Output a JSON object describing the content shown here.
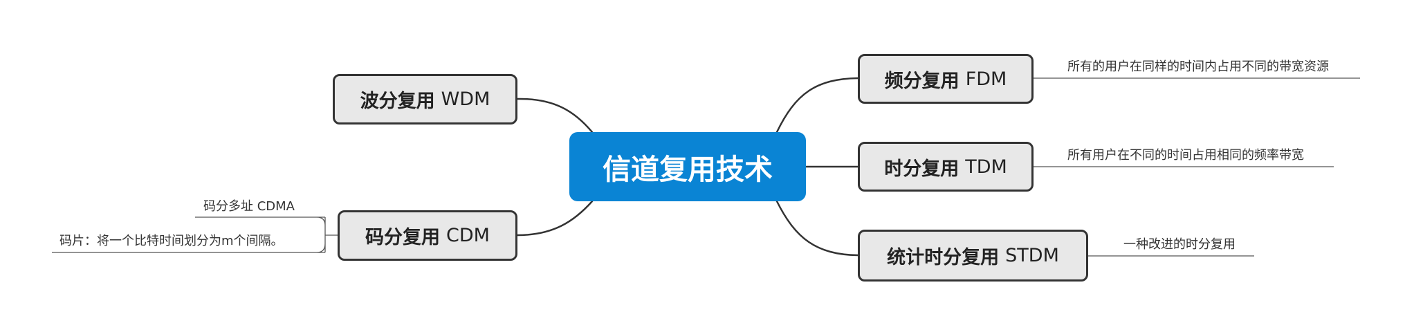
{
  "center": {
    "title": "信道复用技术"
  },
  "colors": {
    "center_fill": "#0a84d4",
    "node_fill": "#e8e8e8",
    "line": "#333333"
  },
  "branches": {
    "fdm": {
      "zh": "频分复用",
      "en": "FDM",
      "note": "所有的用户在同样的时间内占用不同的带宽资源"
    },
    "tdm": {
      "zh": "时分复用",
      "en": "TDM",
      "note": "所有用户在不同的时间占用相同的频率带宽"
    },
    "stdm": {
      "zh": "统计时分复用",
      "en": "STDM",
      "note": "一种改进的时分复用"
    },
    "wdm": {
      "zh": "波分复用",
      "en": "WDM"
    },
    "cdm": {
      "zh": "码分复用",
      "en": "CDM",
      "notes": [
        "码分多址 CDMA",
        "码片：将一个比特时间划分为m个间隔。"
      ]
    }
  }
}
